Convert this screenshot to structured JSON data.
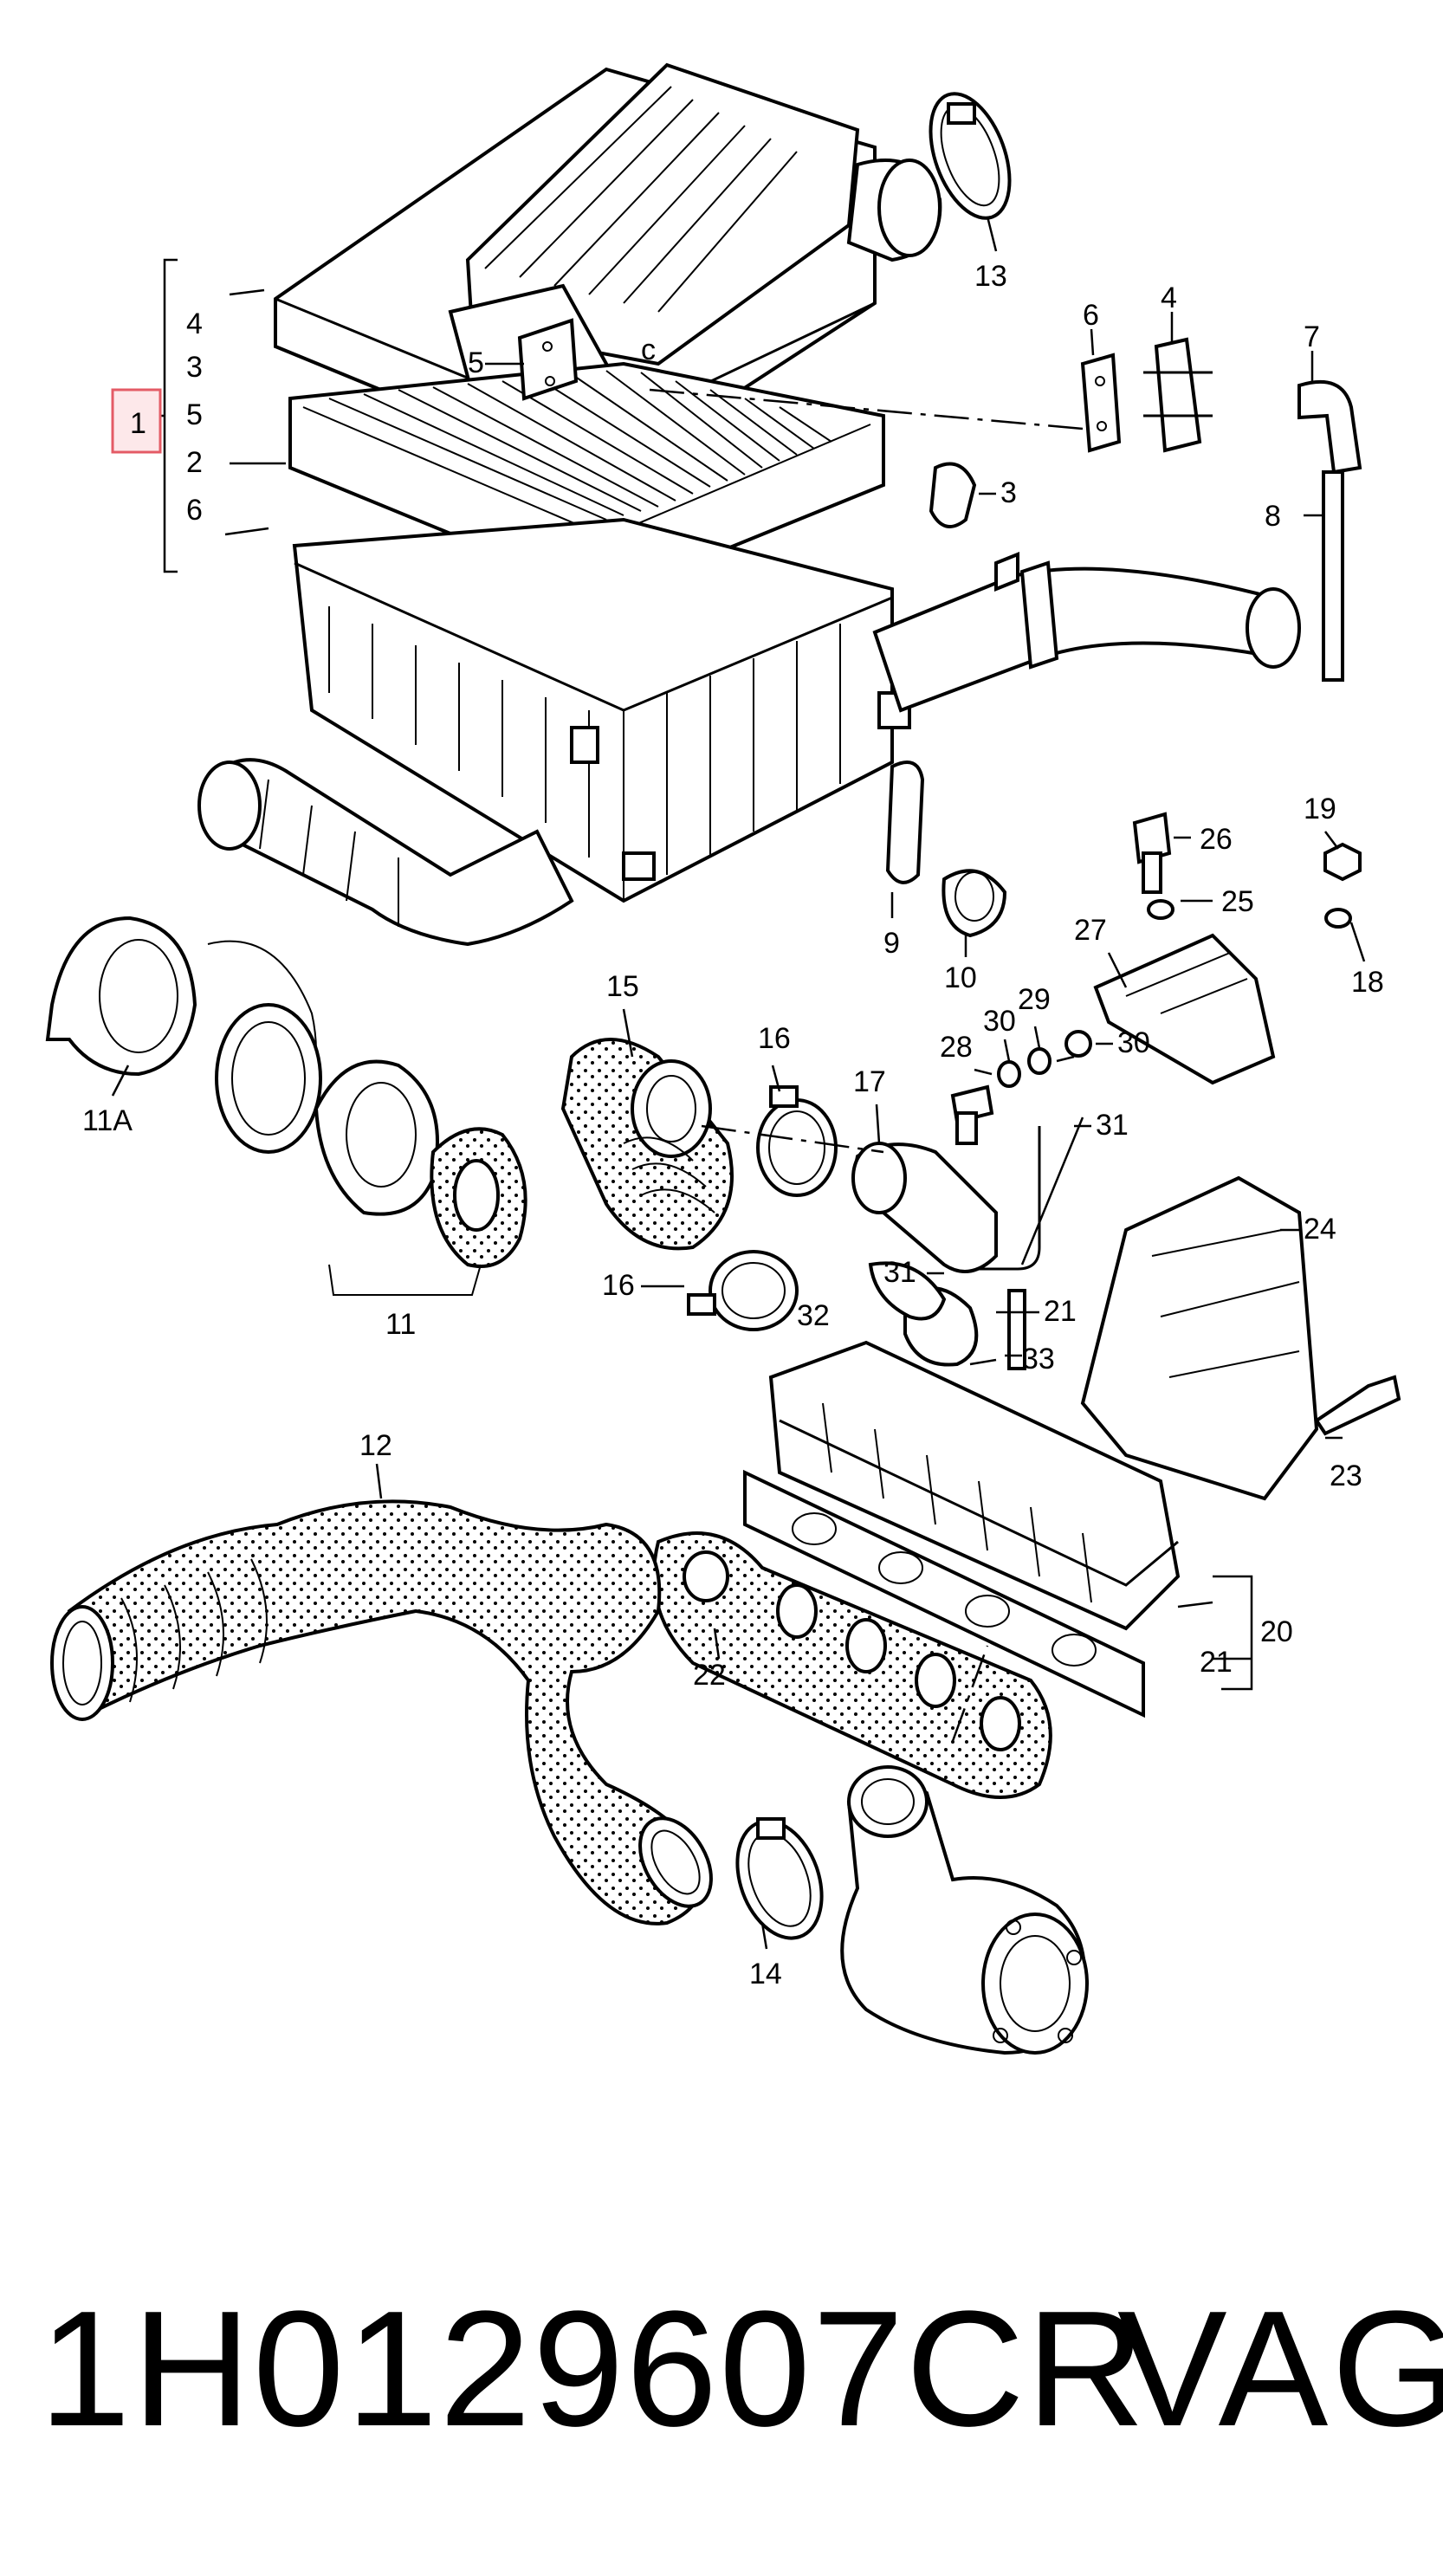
{
  "diagram": {
    "highlighted_label": "1",
    "labels": {
      "l1": "1",
      "l2": "2",
      "l3a": "3",
      "l3b": "3",
      "l4a": "4",
      "l4b": "4",
      "l5a": "5",
      "l5b": "5",
      "l6a": "6",
      "l6b": "6",
      "l7": "7",
      "l8": "8",
      "l9": "9",
      "l10": "10",
      "l11": "11",
      "l11a": "11A",
      "l12": "12",
      "l13": "13",
      "l14": "14",
      "l15": "15",
      "l16a": "16",
      "l16b": "16",
      "l17": "17",
      "l18": "18",
      "l19": "19",
      "l20": "20",
      "l21a": "21",
      "l21b": "21",
      "l22": "22",
      "l23": "23",
      "l24": "24",
      "l25": "25",
      "l26": "26",
      "l27": "27",
      "l28": "28",
      "l29": "29",
      "l30a": "30",
      "l30b": "30",
      "l31a": "31",
      "l31b": "31",
      "l32": "32",
      "l33": "33",
      "lc": "c"
    }
  },
  "caption": {
    "part_number": "1H0129607CR",
    "brand": "VAG"
  }
}
